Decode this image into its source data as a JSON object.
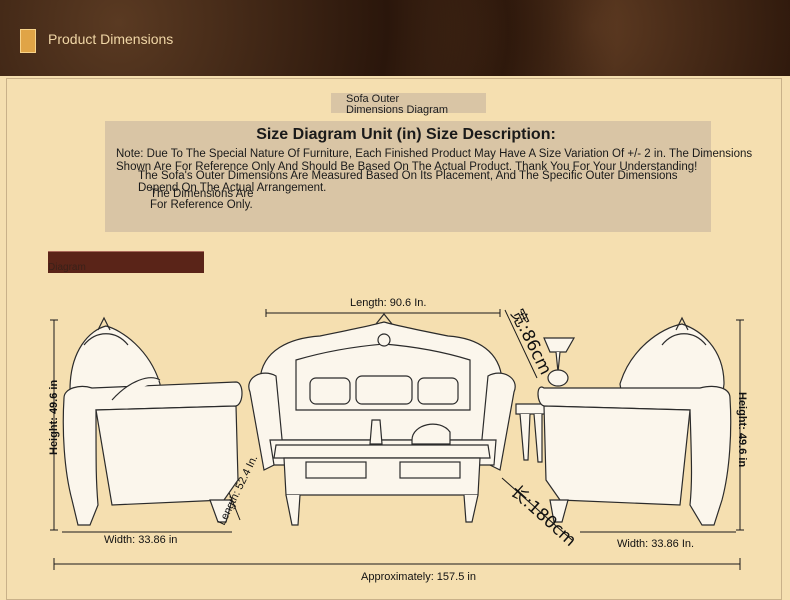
{
  "header": {
    "title": "Product Dimensions"
  },
  "caption": {
    "line1": "Sofa Outer",
    "line2": "Dimensions Diagram"
  },
  "description": {
    "title": "Size Diagram Unit (in) Size Description:",
    "note": "Note: Due To The Special Nature Of Furniture, Each Finished Product May Have A Size Variation Of +/- 2 in. The Dimensions Shown Are For Reference Only And Should Be Based On The Actual Product. Thank You For Your Understanding!",
    "overlay1": "The Sofa's Outer Dimensions Are Measured Based On Its Placement, And The Specific Outer Dimensions",
    "overlay2": "The Dimensions Are",
    "overlay3": "Depend On The Actual Arrangement.",
    "overlay4": "For Reference Only."
  },
  "tag": {
    "text": "Diagram"
  },
  "dimensions": {
    "length": "Length: 90.6 In.",
    "width_cn": "宽:86cm",
    "height_left": "Height: 49.6 in",
    "height_right": "Height: 49.6 in",
    "depth": "Length: 52.4 In.",
    "length_cn": "长:180cm",
    "width_left": "Width: 33.86 in",
    "width_right": "Width: 33.86 In.",
    "total": "Approximately: 157.5 in"
  }
}
